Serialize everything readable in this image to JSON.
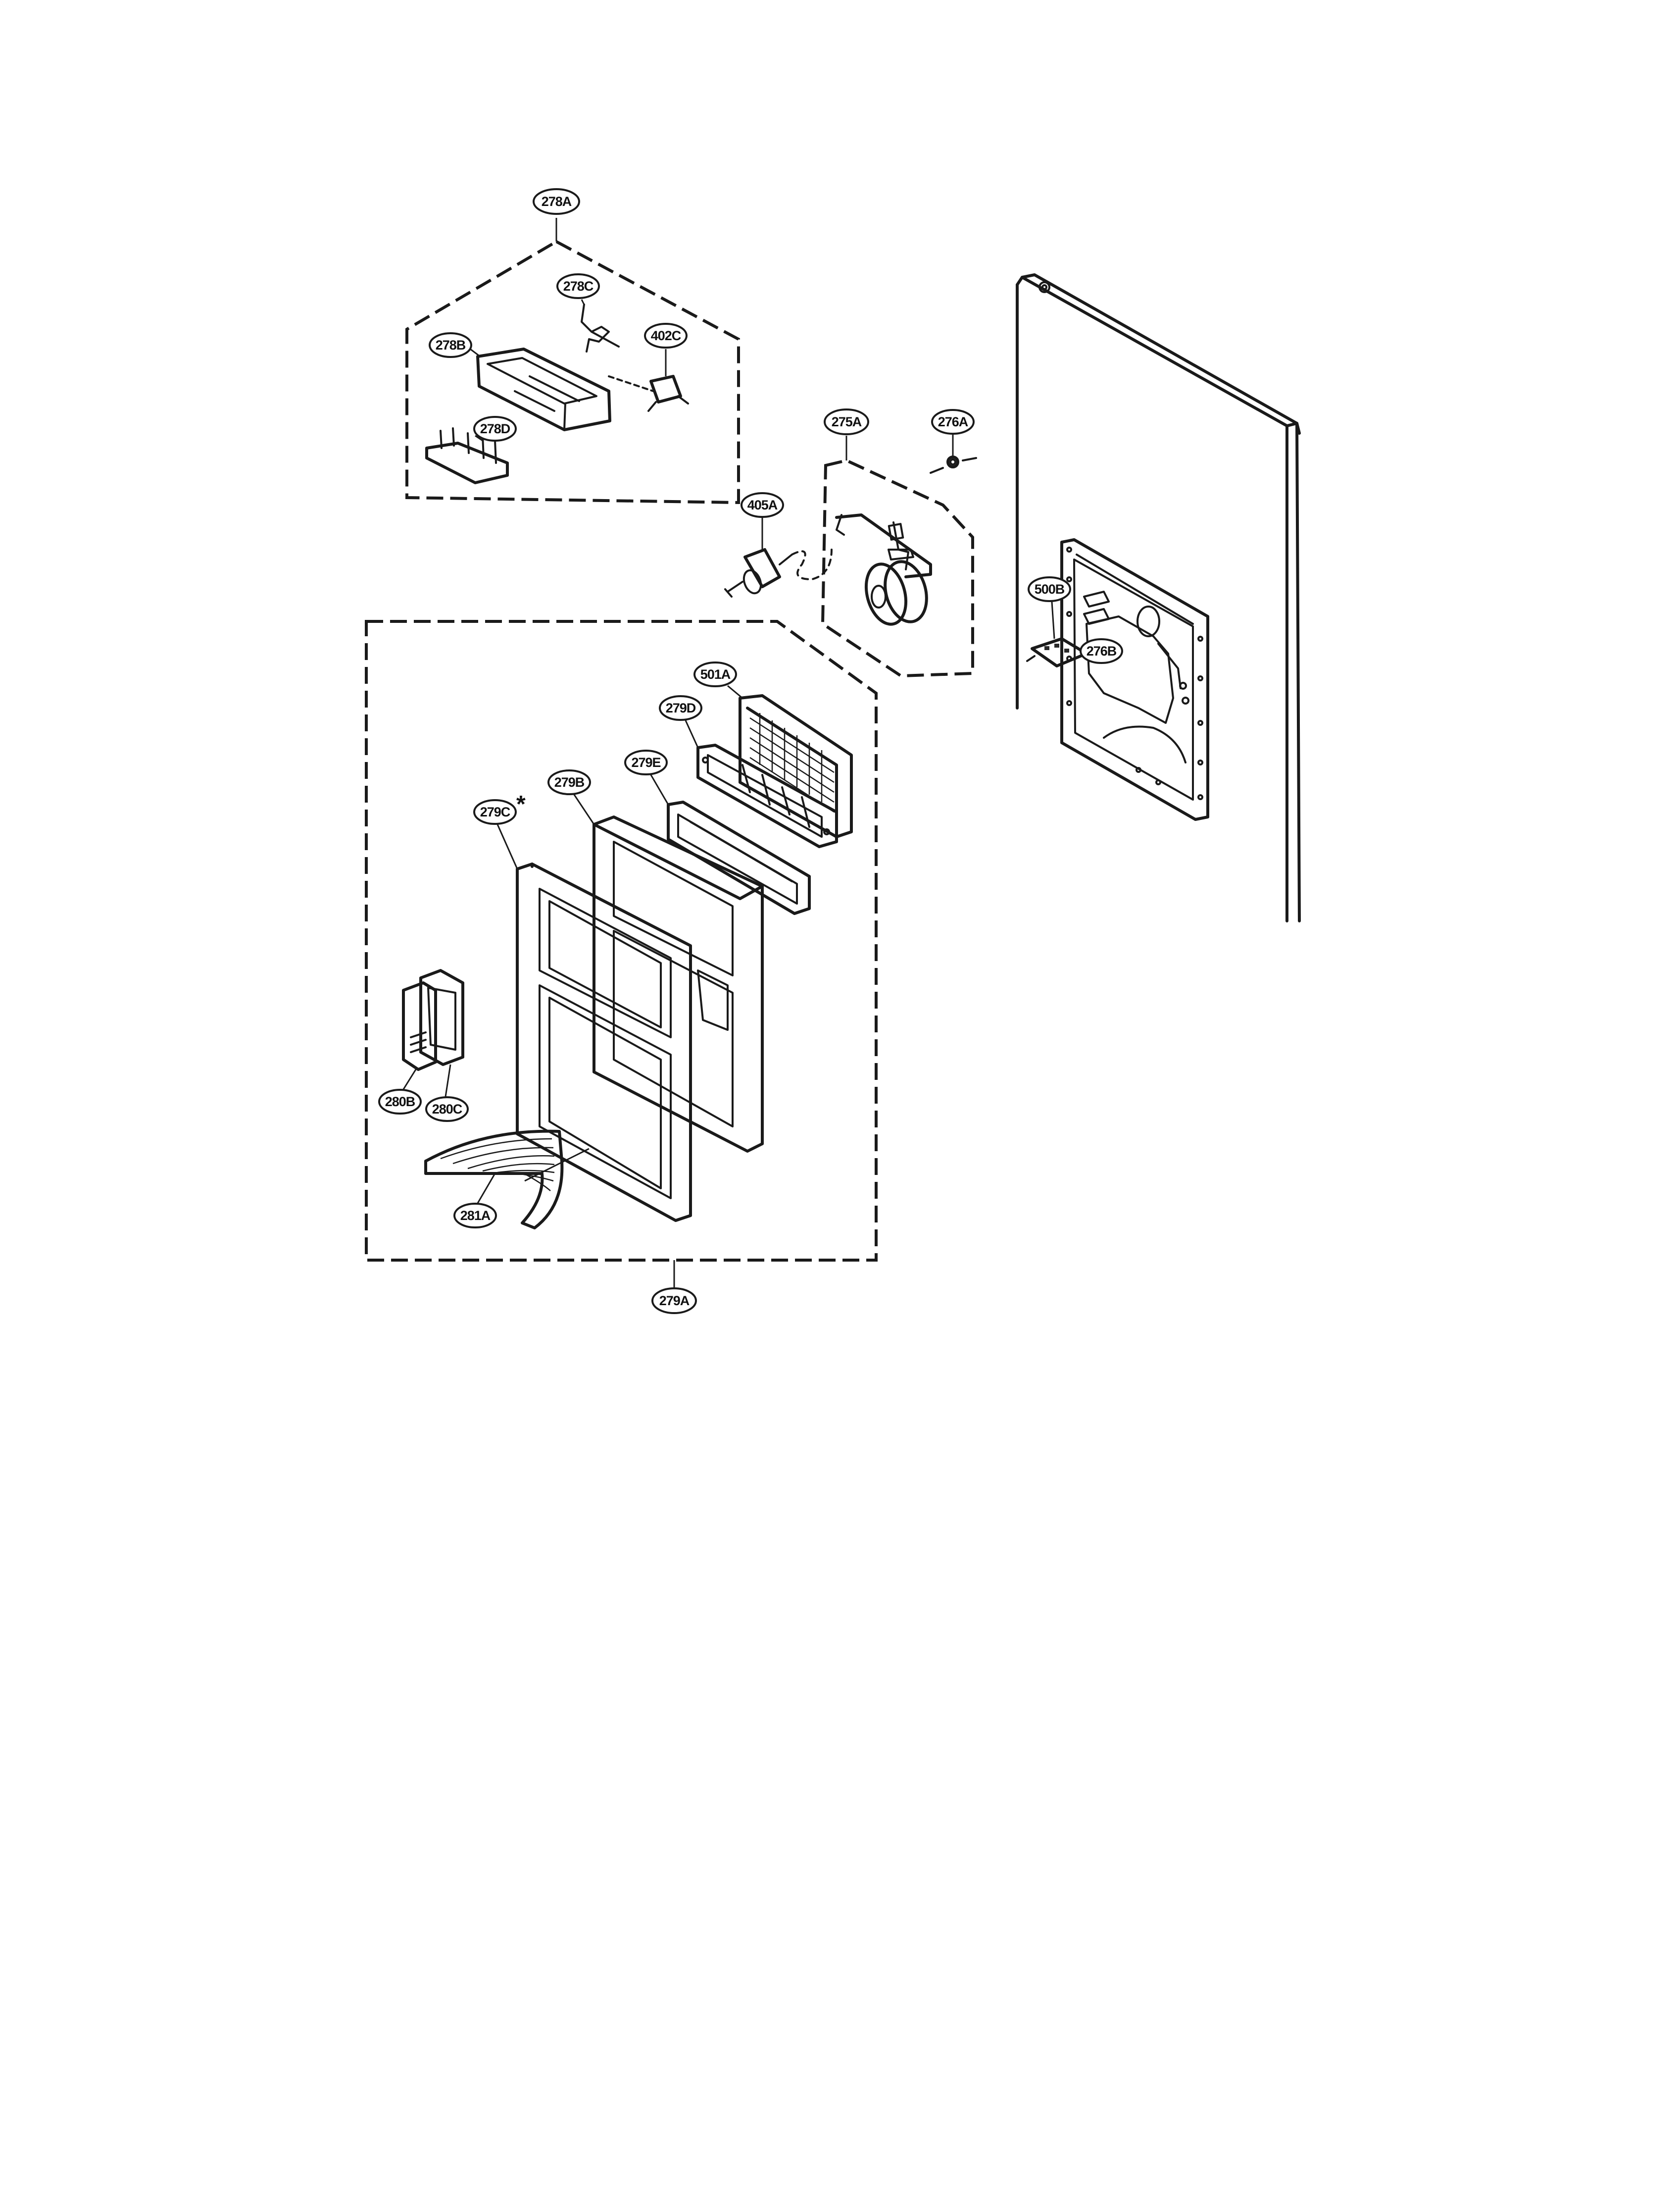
{
  "diagram": {
    "type": "exploded-parts-view",
    "part_labels": {
      "p278A": "278A",
      "p278B": "278B",
      "p278C": "278C",
      "p278D": "278D",
      "p402C": "402C",
      "p275A": "275A",
      "p276A": "276A",
      "p405A": "405A",
      "p500B": "500B",
      "p276B": "276B",
      "p501A": "501A",
      "p279D": "279D",
      "p279E": "279E",
      "p279B": "279B",
      "p279C": "279C",
      "p280B": "280B",
      "p280C": "280C",
      "p281A": "281A",
      "p279A": "279A"
    },
    "note_marker": "*"
  }
}
